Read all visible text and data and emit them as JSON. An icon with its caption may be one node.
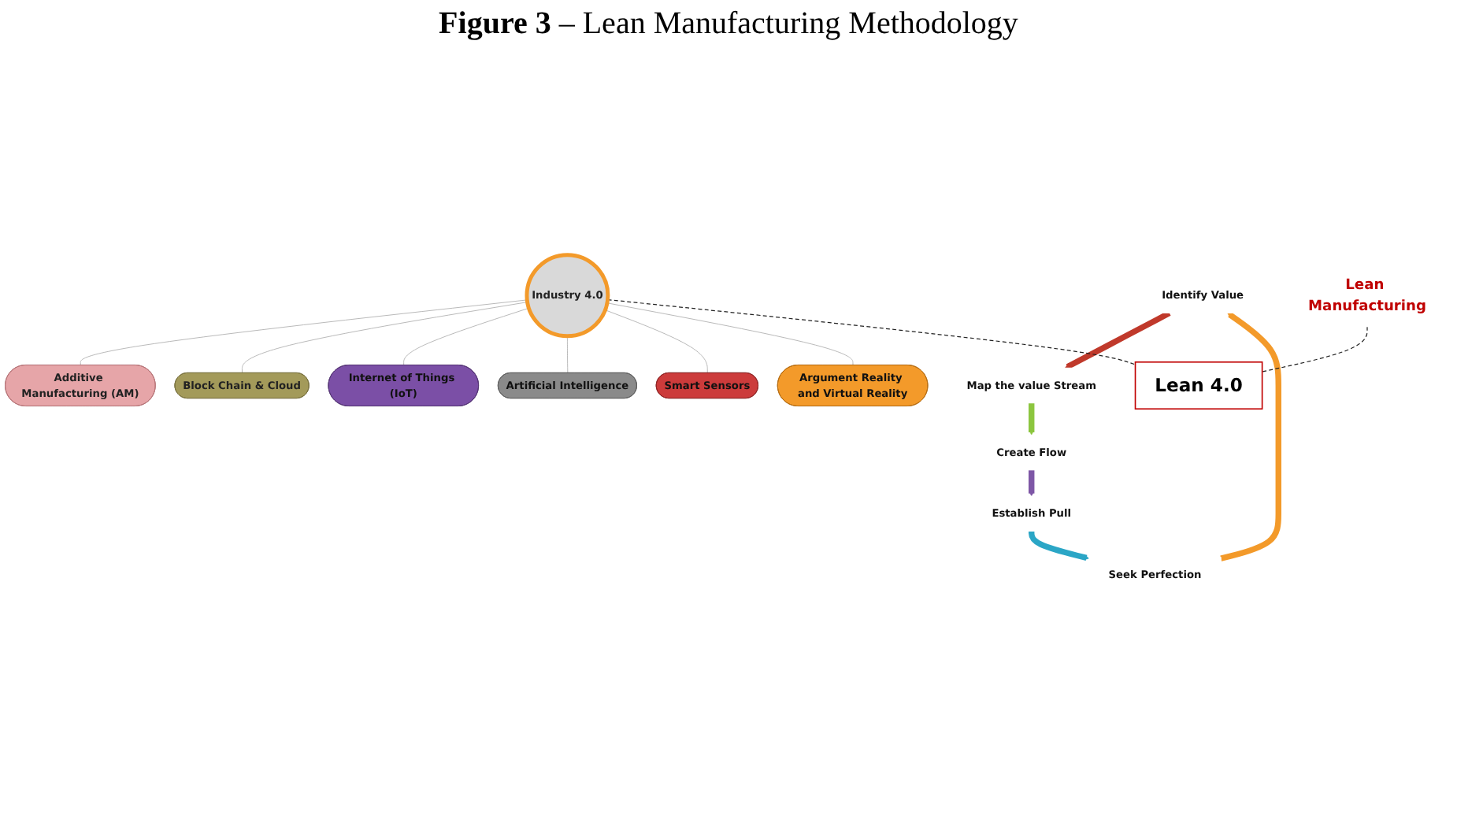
{
  "diagram": {
    "title": "**Figure 3** – Lean Manufacturing Methodology",
    "nodes": [
      {
        "text": [
          "Lean Manufacturing"
        ]
      },
      {
        "text": [
          "Identify Value"
        ]
      },
      {
        "text": [
          "Map the value Stream"
        ]
      },
      {
        "text": [
          "Create Flow"
        ]
      },
      {
        "text": [
          "Establish Pull"
        ]
      },
      {
        "text": [
          "Seek Perfection"
        ]
      },
      {
        "text": [
          "Industry 4.0"
        ]
      },
      {
        "text": [
          "Additive Manufacturing (AM)"
        ]
      },
      {
        "text": [
          "Block Chain & Cloud"
        ]
      },
      {
        "text": [
          "Internet of Things (IoT)"
        ]
      },
      {
        "text": [
          "Artificial Intelligence"
        ]
      },
      {
        "text": [
          "Smart Sensors"
        ]
      },
      {
        "text": [
          "Argument Reality and Virtual Reality"
        ]
      },
      {
        "text": [
          "Lean 4.0"
        ]
      }
    ],
    "edges": [
      {
        "from": 5,
        "to": 1,
        "arrow": "to",
        "style": "thick",
        "color": "#f39a2a"
      },
      {
        "from": 1,
        "to": 2,
        "arrow": "to",
        "style": "thick",
        "color": "#c0392b"
      },
      {
        "from": 2,
        "to": 3,
        "arrow": "to",
        "style": "thick",
        "color": "#8cc63f"
      },
      {
        "from": 3,
        "to": 4,
        "arrow": "to",
        "style": "thick",
        "color": "#7e57a6"
      },
      {
        "from": 4,
        "to": 5,
        "arrow": "to",
        "style": "thick",
        "color": "#2ba6c6"
      },
      {
        "from": 6,
        "to": 7,
        "arrow": "none"
      },
      {
        "from": 6,
        "to": 8,
        "arrow": "none"
      },
      {
        "from": 6,
        "to": 9,
        "arrow": "none"
      },
      {
        "from": 6,
        "to": 10,
        "arrow": "none"
      },
      {
        "from": 6,
        "to": 11,
        "arrow": "none"
      },
      {
        "from": 6,
        "to": 12,
        "arrow": "none"
      },
      {
        "from": 0,
        "to": 13,
        "arrow": "none",
        "style": "dashed",
        "color": "#222222"
      },
      {
        "from": 6,
        "to": 13,
        "arrow": "none",
        "style": "dashed",
        "color": "#222222"
      }
    ]
  }
}
